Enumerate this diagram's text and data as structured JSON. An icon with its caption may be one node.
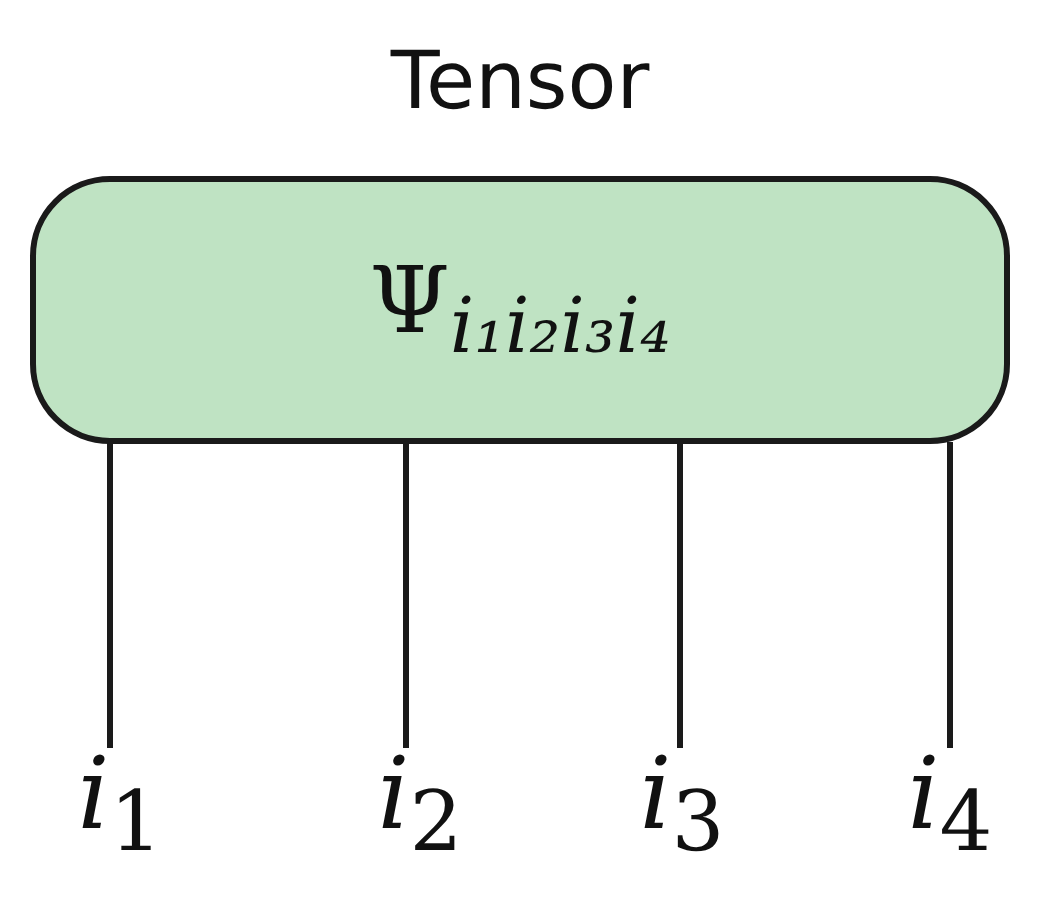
{
  "diagram": {
    "title": "Tensor",
    "nodes": [
      {
        "text": [
          "Ψ$_{i₁i₂i₃i₄}$"
        ]
      },
      {
        "text": [
          "*i*$_{1}$"
        ]
      },
      {
        "text": [
          "*i*$_{2}$"
        ]
      },
      {
        "text": [
          "*i*$_{3}$"
        ]
      },
      {
        "text": [
          "*i*$_{4}$"
        ]
      }
    ],
    "edges": [
      {
        "from": 0,
        "to": 1,
        "arrow": "none"
      },
      {
        "from": 0,
        "to": 2,
        "arrow": "none"
      },
      {
        "from": 0,
        "to": 3,
        "arrow": "none"
      },
      {
        "from": 0,
        "to": 4,
        "arrow": "none"
      }
    ]
  }
}
